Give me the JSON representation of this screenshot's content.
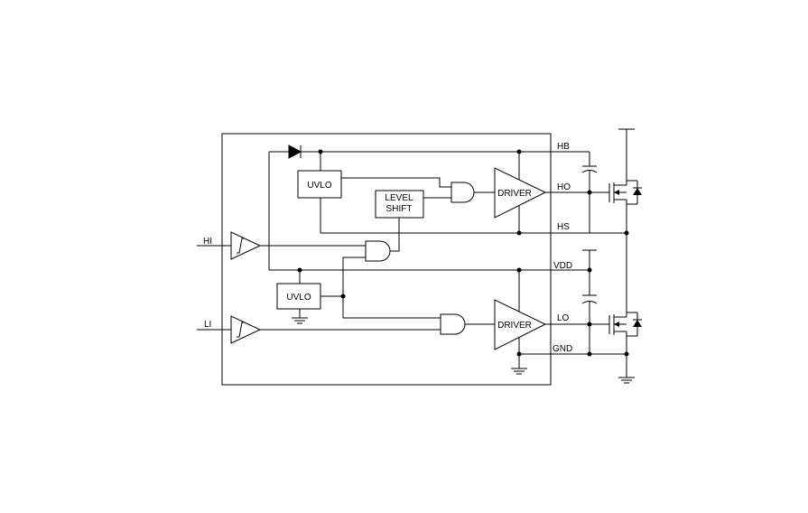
{
  "blocks": {
    "uvlo_high": "UVLO",
    "uvlo_low": "UVLO",
    "level_shift_line1": "LEVEL",
    "level_shift_line2": "SHIFT",
    "driver_high": "DRIVER",
    "driver_low": "DRIVER"
  },
  "pins": {
    "hi": "HI",
    "li": "LI",
    "hb": "HB",
    "ho": "HO",
    "hs": "HS",
    "vdd": "VDD",
    "lo": "LO",
    "gnd": "GND"
  }
}
